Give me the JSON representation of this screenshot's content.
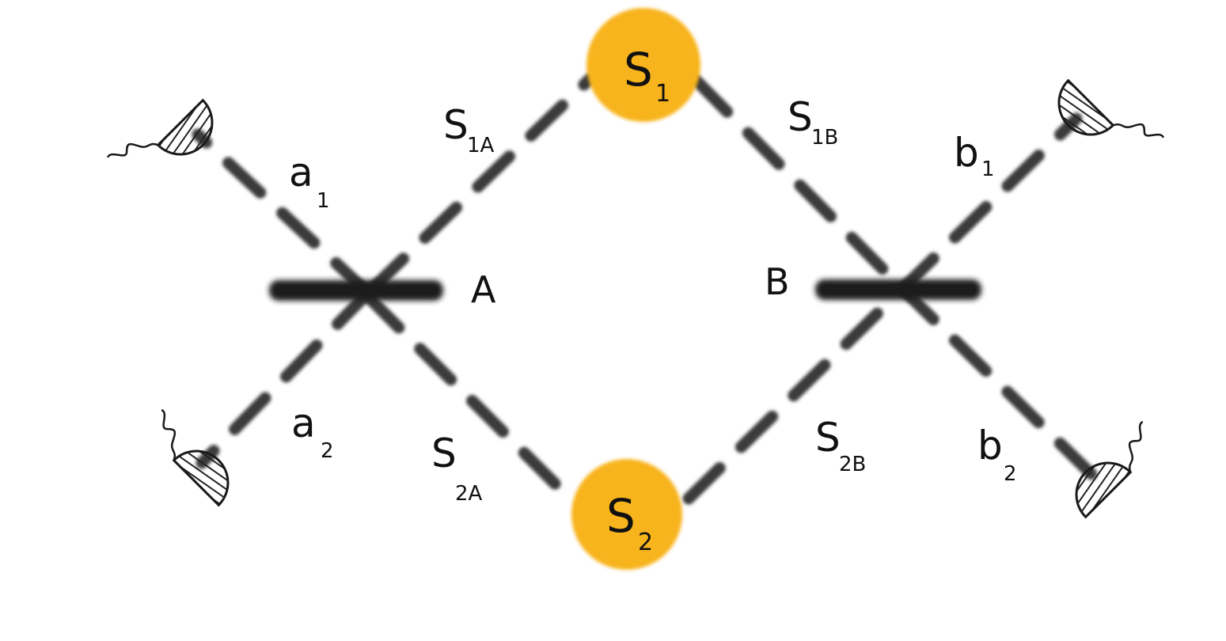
{
  "colors": {
    "source_fill": "#F8B41F",
    "line": "#333333",
    "splitter": "#1a1a1a",
    "detector_stroke": "#1a1a1a"
  },
  "sources": {
    "s1": {
      "main": "S",
      "sub": "1"
    },
    "s2": {
      "main": "S",
      "sub": "2"
    }
  },
  "splitters": {
    "a": "A",
    "b": "B"
  },
  "paths": {
    "s1a": {
      "main": "S",
      "sub": "1A"
    },
    "s1b": {
      "main": "S",
      "sub": "1B"
    },
    "s2a": {
      "main": "S",
      "sub": "2A"
    },
    "s2b": {
      "main": "S",
      "sub": "2B"
    }
  },
  "outputs": {
    "a1": {
      "main": "a",
      "sub": "1"
    },
    "a2": {
      "main": "a",
      "sub": "2"
    },
    "b1": {
      "main": "b",
      "sub": "1"
    },
    "b2": {
      "main": "b",
      "sub": "2"
    }
  },
  "icons": [
    "detector-icon",
    "beam-splitter"
  ]
}
